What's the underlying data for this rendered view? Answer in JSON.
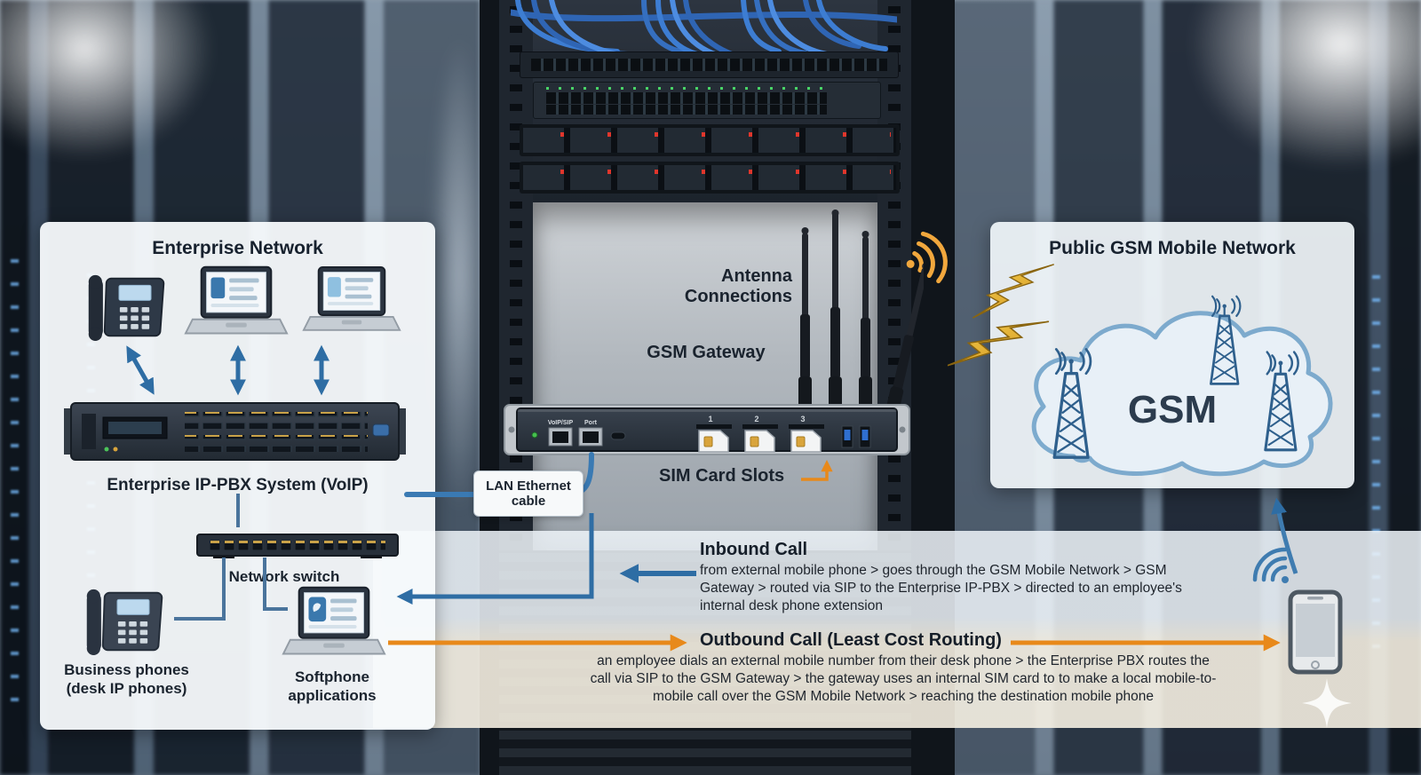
{
  "enterprise": {
    "title": "Enterprise Network",
    "pbx_label": "Enterprise IP-PBX System (VoIP)",
    "switch_label": "Network switch",
    "phones_label": "Business phones\n(desk IP phones)",
    "softphone_label": "Softphone\napplications"
  },
  "gateway": {
    "antenna_label": "Antenna\nConnections",
    "name_label": "GSM Gateway",
    "sim_label": "SIM Card Slots",
    "lan_label": "LAN Ethernet\ncable",
    "port_voip_label": "VoIP/SIP",
    "port_label": "Port",
    "sim_numbers": [
      "1",
      "2",
      "3"
    ]
  },
  "gsm": {
    "title": "Public GSM Mobile Network",
    "cloud_label": "GSM"
  },
  "flows": {
    "inbound_title": "Inbound Call",
    "inbound_text": "from external mobile phone > goes through the GSM Mobile Network > GSM Gateway > routed via SIP to the Enterprise IP-PBX > directed to an employee's internal desk phone extension",
    "outbound_title": "Outbound Call (Least Cost Routing)",
    "outbound_text": "an employee dials an external mobile number from their desk phone > the Enterprise PBX routes the call via SIP to the GSM Gateway > the gateway uses an internal SIM card to to make a local mobile-to-mobile call over the GSM Mobile Network > reaching the destination mobile phone"
  },
  "colors": {
    "arrow_blue": "#2e6da4",
    "cable_blue": "#3a7ab3",
    "arrow_orange": "#e8891a",
    "steel_blue": "#4a749c",
    "gold": "#e9b83a"
  }
}
